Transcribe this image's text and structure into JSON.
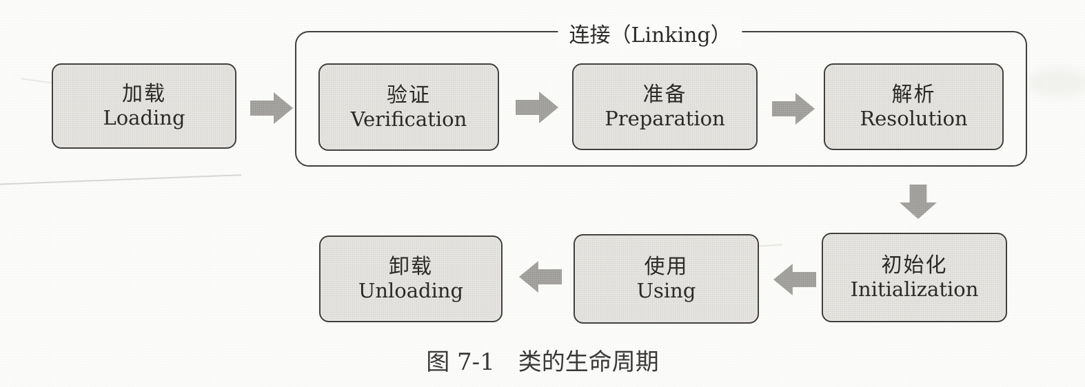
{
  "figure": {
    "caption_label": "图 7-1",
    "caption_text": "类的生命周期"
  },
  "linking_group": {
    "label": "连接（Linking）"
  },
  "stages": {
    "loading": {
      "zh": "加载",
      "en": "Loading"
    },
    "verification": {
      "zh": "验证",
      "en": "Verification"
    },
    "preparation": {
      "zh": "准备",
      "en": "Preparation"
    },
    "resolution": {
      "zh": "解析",
      "en": "Resolution"
    },
    "initialization": {
      "zh": "初始化",
      "en": "Initialization"
    },
    "using": {
      "zh": "使用",
      "en": "Using"
    },
    "unloading": {
      "zh": "卸载",
      "en": "Unloading"
    }
  },
  "flow_order": [
    "loading",
    "verification",
    "preparation",
    "resolution",
    "initialization",
    "using",
    "unloading"
  ],
  "linking_members": [
    "verification",
    "preparation",
    "resolution"
  ],
  "colors": {
    "background": "#fbfbf9",
    "box_fill": "#eae8e4",
    "box_border": "#3f3e3c",
    "arrow": "#a9a8a4",
    "text": "#2b2a28"
  }
}
